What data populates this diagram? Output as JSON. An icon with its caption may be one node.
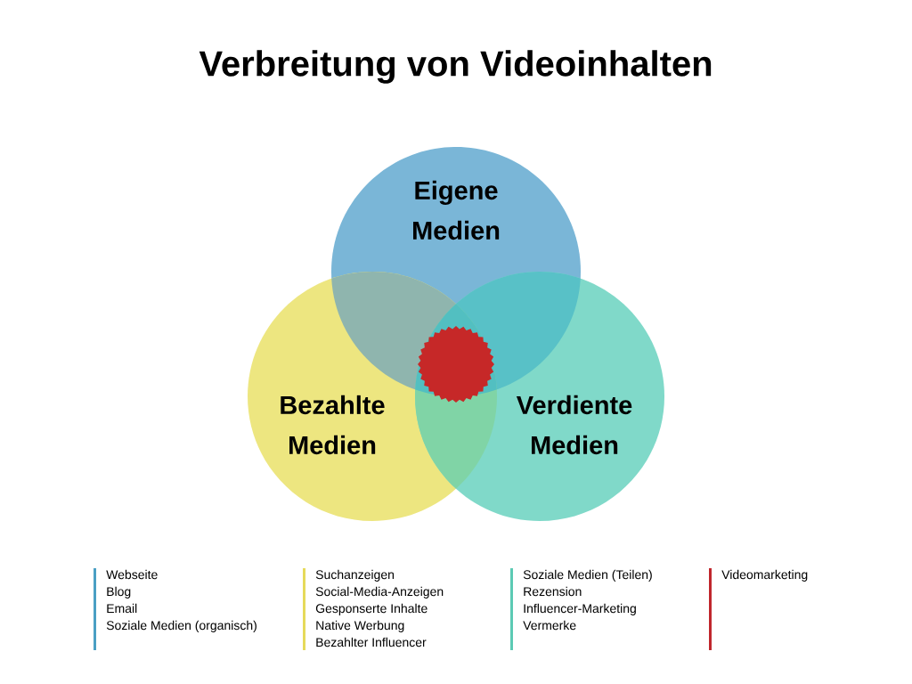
{
  "diagram": {
    "title": "Verbreitung von Videoinhalten",
    "nodes": [
      {
        "text": [
          "Eigene Medien"
        ]
      },
      {
        "text": [
          "Bezahlte Medien"
        ]
      },
      {
        "text": [
          "Verdiente Medien"
        ]
      },
      {
        "text": [],
        "shape": "star"
      }
    ],
    "labels": [
      "Webseite",
      "Blog",
      "Email",
      "Soziale Medien (organisch)",
      "Suchanzeigen",
      "Social-Media-Anzeigen",
      "Gesponserte Inhalte",
      "Native Werbung",
      "Bezahlter Influencer",
      "Soziale Medien (Teilen)",
      "Rezension",
      "Influencer-Marketing",
      "Vermerke",
      "Videomarketing"
    ]
  }
}
